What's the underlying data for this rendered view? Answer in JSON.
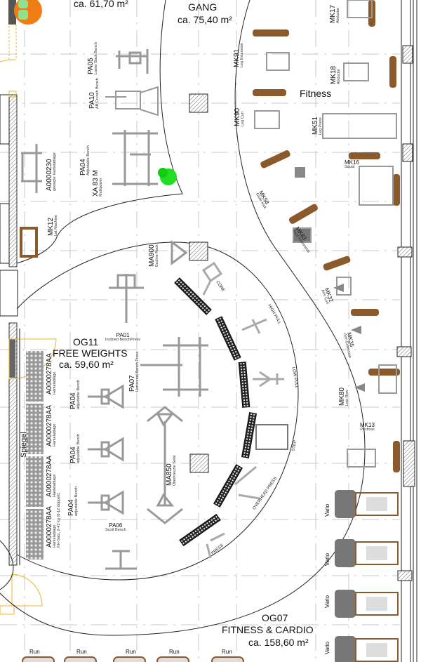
{
  "rooms": {
    "top_left_area": "ca. 61,70 m²",
    "gang": {
      "name": "GANG",
      "area": "ca. 75,40 m²"
    },
    "fitness": "Fitness",
    "og11": {
      "id": "OG11",
      "name": "FREE WEIGHTS",
      "area": "ca. 59,60 m²"
    },
    "og07": {
      "id": "OG07",
      "name": "FITNESS & CARDIO",
      "area": "ca. 158,60 m²"
    }
  },
  "free_weights": [
    {
      "code": "PA05",
      "desc": "Lower Back Bench"
    },
    {
      "code": "PA10",
      "desc": "AB Crunch Bench"
    },
    {
      "code": "PA04",
      "desc": "Adjustable Bench"
    },
    {
      "code": "XA 83 M",
      "desc": "Multipower"
    },
    {
      "code": "A0000230",
      "desc": "gewegte Hantelablage"
    },
    {
      "code": "MK12",
      "desc": "Lat Machine"
    },
    {
      "code": "MA900",
      "desc": "Eccline Rack"
    },
    {
      "code": "PA01",
      "desc": "Inclined BenchPress"
    },
    {
      "code": "PA07",
      "desc": "Horizontal Bench Press"
    },
    {
      "code": "A0000278AA",
      "desc": "Hantelablage"
    },
    {
      "code": "A0000278AA",
      "desc": "Hantelablage"
    },
    {
      "code": "A0000278AA",
      "desc": "Hantelablage"
    },
    {
      "code": "A0000278AA",
      "desc": "Hantelablage",
      "note": "KH-Satz, 2-42 kg (8-12 doppelt)"
    },
    {
      "code": "PA04",
      "desc": "adjustable Bench"
    },
    {
      "code": "PA04",
      "desc": "adjustable Bench"
    },
    {
      "code": "PA04",
      "desc": "adjustable Bench"
    },
    {
      "code": "MA850",
      "desc": "Überkreuzte Seile"
    },
    {
      "code": "PA06",
      "desc": "Scott Bench"
    }
  ],
  "mirror_label": "Spiegel",
  "circuit_stations": [
    "CORE",
    "HIGH PULL",
    "LOW PULL",
    "STEP",
    "OVERHEAD PRESS",
    "PRESS"
  ],
  "machines": [
    {
      "code": "MK17",
      "desc": "Abductor"
    },
    {
      "code": "MK91",
      "desc": "Leg Extension"
    },
    {
      "code": "MK18",
      "desc": "Abductor"
    },
    {
      "code": "MK90",
      "desc": "Leg Curl"
    },
    {
      "code": "MK51",
      "desc": "Leg Press"
    },
    {
      "code": "MK16",
      "desc": "Squat"
    },
    {
      "code": "MK58",
      "desc": "Glute Kick"
    },
    {
      "code": "MK83",
      "desc": "Total Abdominal"
    },
    {
      "code": "MK32",
      "desc": "Arm Curl"
    },
    {
      "code": "MK35",
      "desc": "Arm Extension"
    },
    {
      "code": "MK80",
      "desc": "Low Row"
    },
    {
      "code": "MK13",
      "desc": "Pectoral"
    }
  ],
  "cardio": {
    "vario": [
      "Vario",
      "Vario",
      "Vario",
      "Vario"
    ],
    "run": [
      "Run",
      "Run",
      "Run",
      "Run",
      "Run"
    ]
  },
  "colors": {
    "wood": "#8a5a2b",
    "equipment": "#9a9a9a",
    "grid": "#c8c8c8",
    "door": "#f0b428",
    "plant": "#22dd22",
    "orange": "#f07d14"
  }
}
